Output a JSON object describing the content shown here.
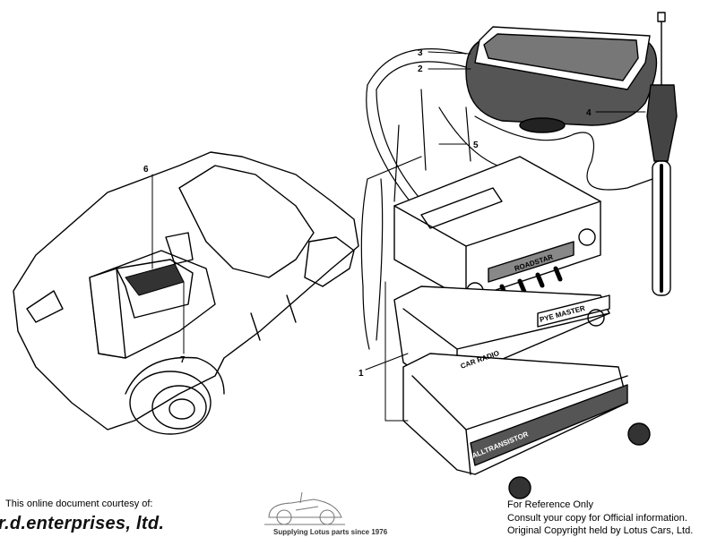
{
  "diagram": {
    "callouts": [
      "1",
      "2",
      "3",
      "4",
      "5",
      "6",
      "7"
    ],
    "radio_labels": {
      "top_radio": "ROADSTAR",
      "middle_radio_brand": "CAR RADIO",
      "middle_radio_model": "PYE MASTER",
      "bottom_radio": "ALLTRANSISTOR"
    }
  },
  "footer": {
    "courtesy": "This online document courtesy of:",
    "company": "r.d.enterprises, ltd.",
    "tagline": "Supplying Lotus parts since 1976",
    "notice_lines": [
      "For Reference Only",
      "Consult your copy for Official information.",
      "Original Copyright held by Lotus Cars, Ltd."
    ]
  }
}
